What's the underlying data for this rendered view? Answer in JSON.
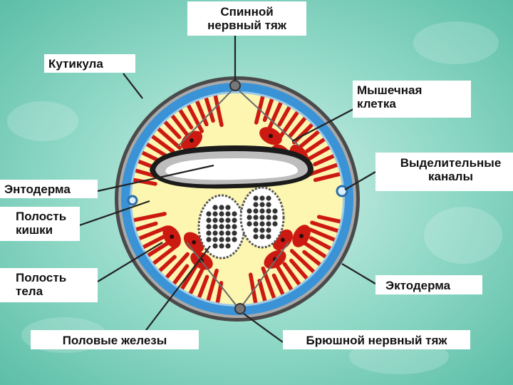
{
  "colors": {
    "background": "#7fcfbf",
    "cuticle_ring": "#4a4a4a",
    "ectoderm_layer": "#3a93d6",
    "muscle": "#cc1a12",
    "body_cavity": "#fdf6b0",
    "nerve": "#6b6b6b"
  },
  "labels": {
    "spinal_cord": [
      "Спинной",
      "нервный тяж"
    ],
    "cuticle": "Кутикула",
    "muscle_cell": [
      "Мышечная",
      "клетка"
    ],
    "excretory_canals": [
      "Выделительные",
      "каналы"
    ],
    "endoderm": "Энтодерма",
    "gut_cavity": [
      "Полость",
      "кишки"
    ],
    "body_cavity": [
      "Полость",
      "тела"
    ],
    "ectoderm": "Эктодерма",
    "gonads": "Половые железы",
    "ventral_cord": "Брюшной  нервный тяж"
  }
}
